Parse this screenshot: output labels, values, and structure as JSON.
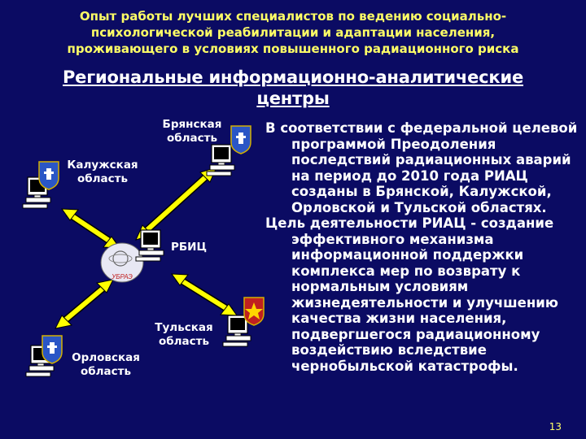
{
  "header": {
    "line1": "Опыт работы лучших специалистов по ведению социально-",
    "line2": "психологической реабилитации и адаптации населения,",
    "line3": "проживающего в условиях повышенного радиационного риска"
  },
  "subtitle": {
    "line1": "Региональные информационно-аналитические",
    "line2": "центры"
  },
  "nodes": {
    "bryansk": {
      "line1": "Брянская",
      "line2": "область"
    },
    "kaluga": {
      "line1": "Калужская",
      "line2": "область"
    },
    "center": {
      "label": "РБИЦ",
      "logo_text": "УБРАЭ"
    },
    "tula": {
      "line1": "Тульская",
      "line2": "область"
    },
    "orel": {
      "line1": "Орловская",
      "line2": "область"
    }
  },
  "description": {
    "paragraph1": "В соответствии с федеральной целевой программой Преодоления последствий радиационных аварий на период до 2010 года РИАЦ созданы в Брянской, Калужской, Орловской и Тульской областях.",
    "paragraph2": "Цель деятельности РИАЦ - создание эффективного механизма информационной поддержки комплекса мер по возврату к нормальным условиям жизнедеятельности и улучшению качества жизни населения, подвергшегося радиационному воздействию вследствие чернобыльской катастрофы."
  },
  "page_number": "13",
  "colors": {
    "background": "#0b0b63",
    "header_text": "#ffff66",
    "arrow": "#ffff00",
    "body_text": "#ffffff"
  }
}
